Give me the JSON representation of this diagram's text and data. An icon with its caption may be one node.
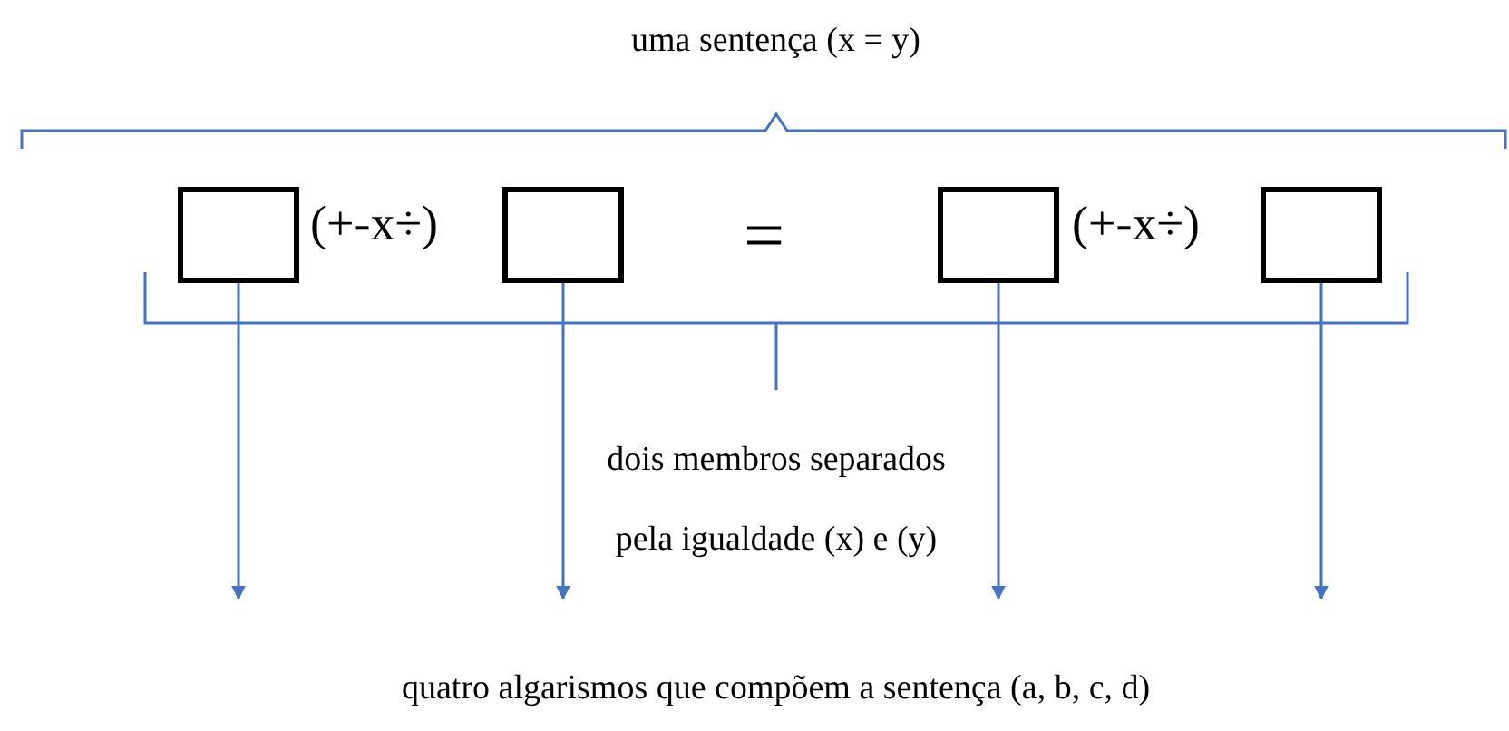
{
  "diagram": {
    "nodes": [
      {
        "text": [],
        "shape": "box"
      },
      {
        "text": [],
        "shape": "box"
      },
      {
        "text": [],
        "shape": "box"
      },
      {
        "text": [],
        "shape": "box"
      },
      {
        "text": [
          "quatro algarismos que compõem a sentença (a, b, c, d)"
        ]
      }
    ],
    "edges": [
      {
        "from": 0,
        "to": null,
        "arrow": "to"
      },
      {
        "from": 1,
        "to": null,
        "arrow": "to"
      },
      {
        "from": 2,
        "to": null,
        "arrow": "to"
      },
      {
        "from": 3,
        "to": null,
        "arrow": "to"
      }
    ],
    "labels": [
      "uma sentença (x = y)",
      "(+-x÷)",
      "=",
      "(+-x÷)",
      "dois membros separados pela igualdade (x) e (y)"
    ]
  }
}
